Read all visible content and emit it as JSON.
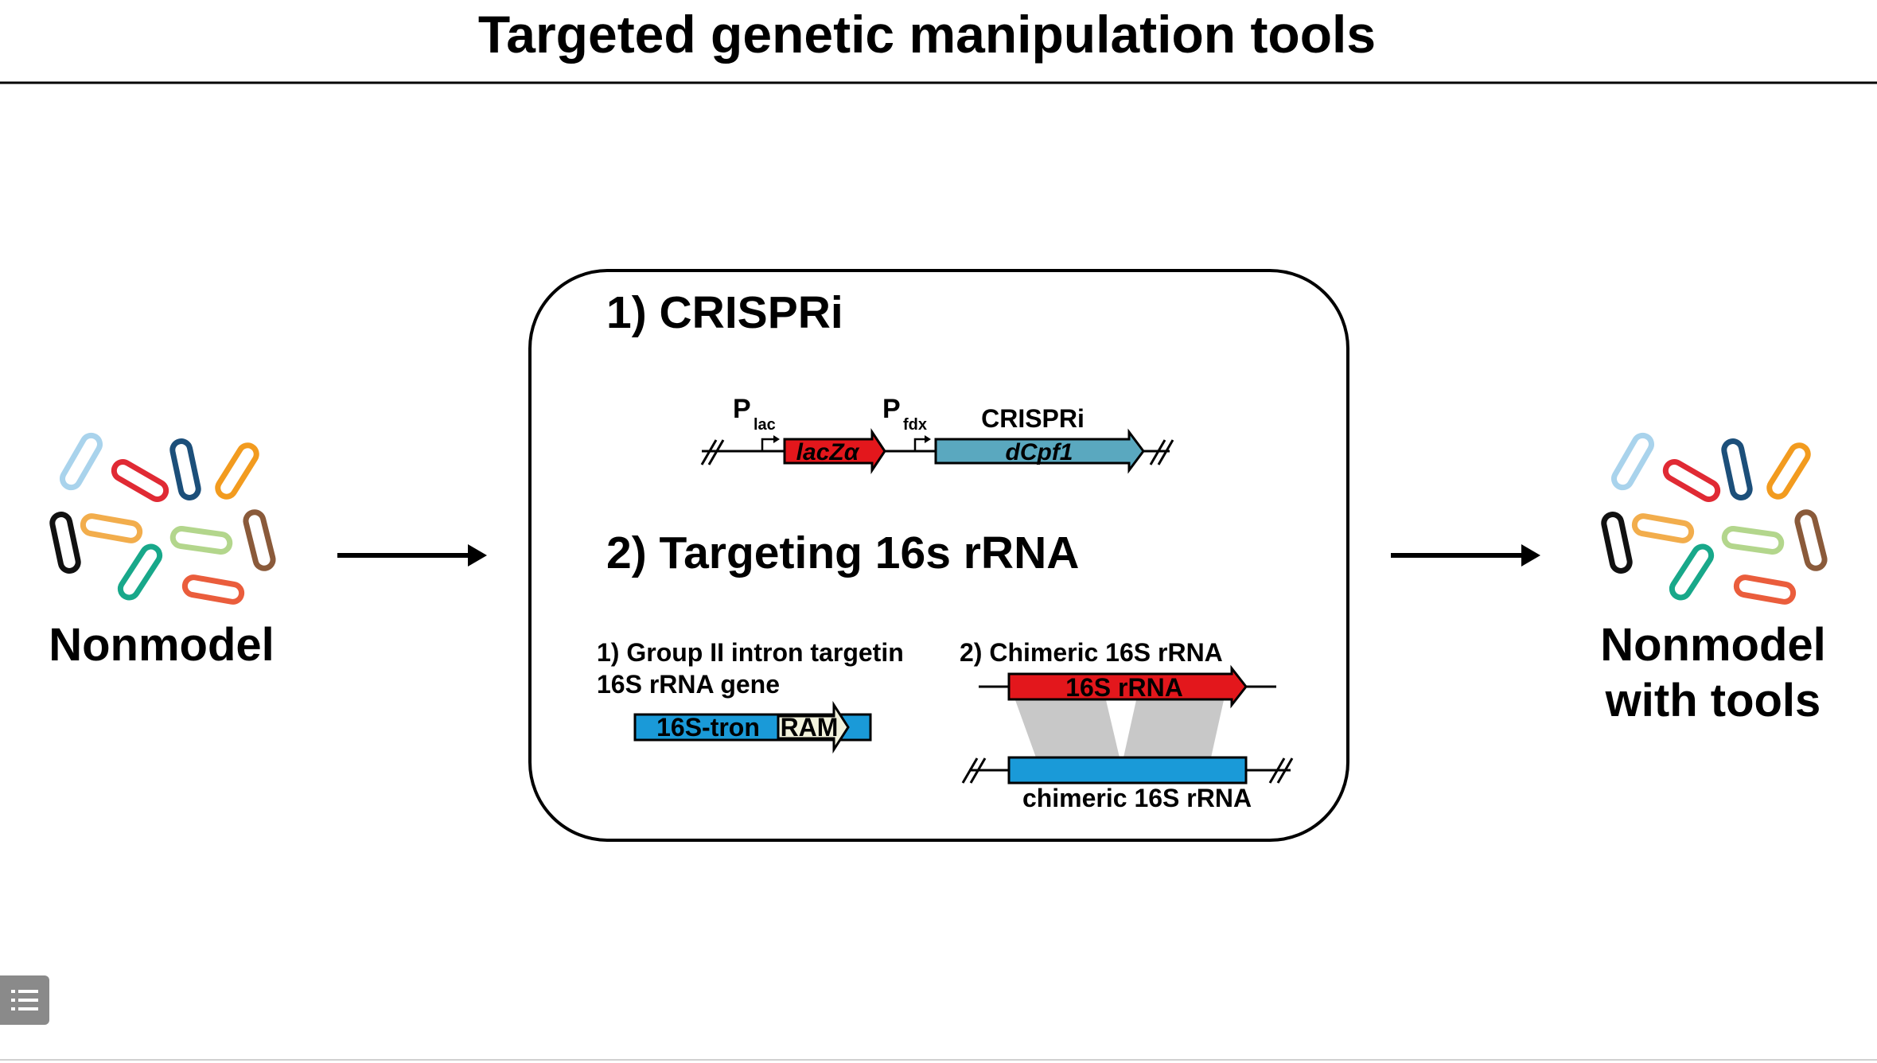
{
  "slide": {
    "title": "Targeted genetic manipulation tools",
    "left_label": "Nonmodel",
    "right_label_line1": "Nonmodel",
    "right_label_line2": "with tools"
  },
  "panel": {
    "section1_heading": "1) CRISPRi",
    "crispri_construct": {
      "promoter1_main": "P",
      "promoter1_sub": "lac",
      "gene1": "lacZα",
      "promoter2_main": "P",
      "promoter2_sub": "fdx",
      "cassette_label": "CRISPRi",
      "gene2": "dCpf1"
    },
    "section2_heading": "2) Targeting 16s rRNA",
    "intron_caption_line1": "1) Group II intron targetin",
    "intron_caption_line2": "16S rRNA gene",
    "intron_segment": "16S-tron",
    "ram_segment": "RAM",
    "chimeric_caption": "2) Chimeric 16S rRNA",
    "rrna_gene": "16S rRNA",
    "chimeric_label": "chimeric 16S rRNA"
  },
  "colors": {
    "red_gene": "#e3171c",
    "teal_gene": "#5aa8bf",
    "blue_gene": "#1a9ad8",
    "ram_fill": "#f2f2dc",
    "homology_gray": "#c8c8c8"
  },
  "bacteria_colors": [
    "#a9d3ec",
    "#e02a34",
    "#1c4f7a",
    "#f29b1f",
    "#111111",
    "#f2ad4c",
    "#b3d68c",
    "#8a5a3a",
    "#18a88a",
    "#ea5d3c"
  ],
  "icons": {
    "toc": "list-icon",
    "left_cells": "bacteria-cluster-icon",
    "right_cells": "bacteria-cluster-icon"
  }
}
